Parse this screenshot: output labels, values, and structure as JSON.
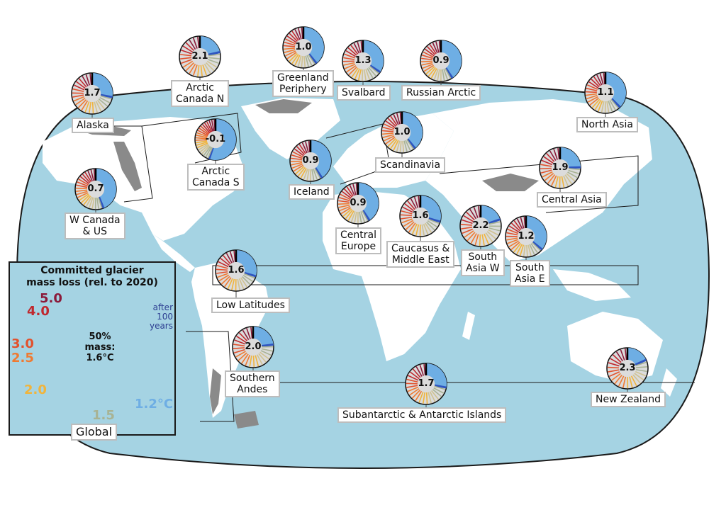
{
  "colors": {
    "ocean": "#a5d3e3",
    "land": "#ffffff",
    "glacier": "#8a8a8a",
    "pie_fill": "#6eaee4",
    "pie_rest": "#dcdcdc",
    "mark_12": "#2f56c0",
    "border": "#1a1a1a"
  },
  "regions": [
    {
      "name": "Alaska",
      "value": "1.7"
    },
    {
      "name": "Arctic\nCanada N",
      "value": "2.1"
    },
    {
      "name": "Greenland\nPeriphery",
      "value": "1.0"
    },
    {
      "name": "Svalbard",
      "value": "1.3"
    },
    {
      "name": "Russian Arctic",
      "value": "0.9"
    },
    {
      "name": "North Asia",
      "value": "1.1"
    },
    {
      "name": "Arctic\nCanada S",
      "value": "-0.1"
    },
    {
      "name": "Iceland",
      "value": "0.9"
    },
    {
      "name": "Scandinavia",
      "value": "1.0"
    },
    {
      "name": "Central Asia",
      "value": "1.9"
    },
    {
      "name": "W Canada\n& US",
      "value": "0.7"
    },
    {
      "name": "Central\nEurope",
      "value": "0.9"
    },
    {
      "name": "Caucasus &\nMiddle East",
      "value": "1.6"
    },
    {
      "name": "South\nAsia W",
      "value": "2.2"
    },
    {
      "name": "South\nAsia E",
      "value": "1.2"
    },
    {
      "name": "Low Latitudes",
      "value": "1.6"
    },
    {
      "name": "Southern\nAndes",
      "value": "2.0"
    },
    {
      "name": "Subantarctic & Antarctic Islands",
      "value": "1.7"
    },
    {
      "name": "New Zealand",
      "value": "2.3"
    }
  ],
  "legend": {
    "title": "Committed glacier\nmass loss (rel. to 2020)",
    "center_text": "50%\nmass:\n1.6°C",
    "after_text": "after\n100\nyears",
    "global_label": "Global",
    "temps": [
      {
        "label": "5.0",
        "color": "#8b1a3a"
      },
      {
        "label": "4.0",
        "color": "#c0282e"
      },
      {
        "label": "3.0",
        "color": "#e2512d"
      },
      {
        "label": "2.5",
        "color": "#ef7a32"
      },
      {
        "label": "2.0",
        "color": "#f0b43c"
      },
      {
        "label": "1.5",
        "color": "#a8b394"
      },
      {
        "label": "1.2°C",
        "color": "#6eaee4"
      }
    ]
  }
}
